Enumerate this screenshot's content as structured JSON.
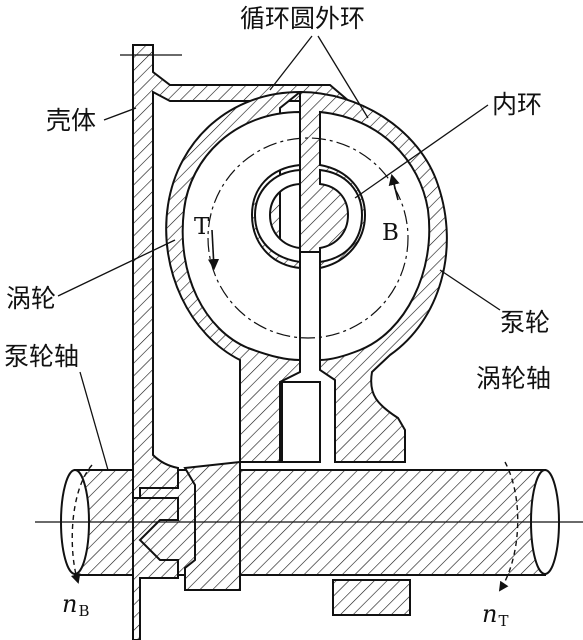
{
  "labels": {
    "outer_ring": "循环圆外环",
    "inner_ring": "内环",
    "housing": "壳体",
    "turbine": "涡轮",
    "pump_shaft": "泵轮轴",
    "pump": "泵轮",
    "turbine_shaft": "涡轮轴",
    "turbine_flow_mark": "T",
    "pump_flow_mark": "B",
    "n_symbol": "n",
    "pump_speed_sub": "B",
    "turbine_speed_sub": "T"
  },
  "colors": {
    "line": "#111111",
    "background": "#ffffff"
  }
}
